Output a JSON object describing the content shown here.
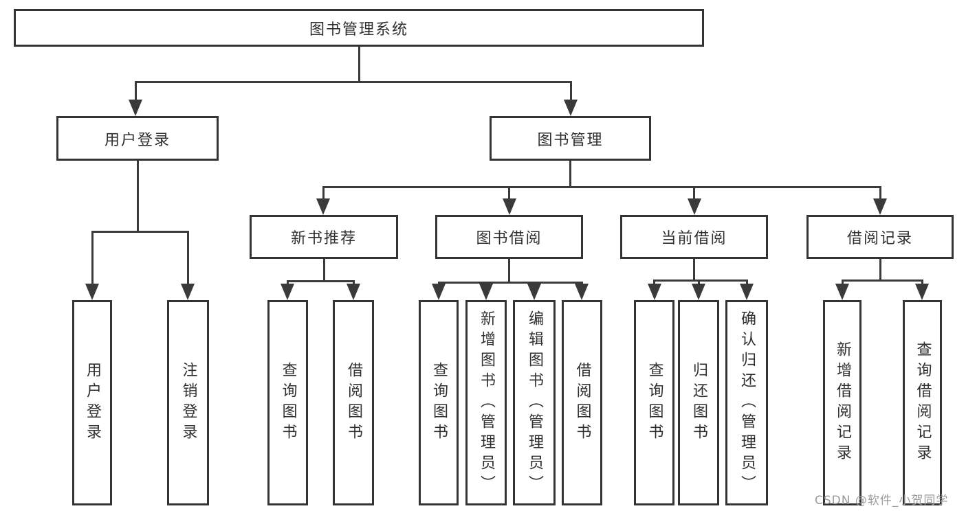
{
  "colors": {
    "background": "#ffffff",
    "box_border": "#333333",
    "connector": "#3a3a3a",
    "text": "#2f2f2f",
    "watermark": "#9b9b9b"
  },
  "diagram": {
    "root": "图书管理系统",
    "level2": [
      "用户登录",
      "图书管理"
    ],
    "level3": [
      "新书推荐",
      "图书借阅",
      "当前借阅",
      "借阅记录"
    ],
    "groups": [
      {
        "parent": "用户登录",
        "children": [
          "用户登录",
          "注销登录"
        ]
      },
      {
        "parent": "新书推荐",
        "children": [
          "查询图书",
          "借阅图书"
        ]
      },
      {
        "parent": "图书借阅",
        "children": [
          "查询图书",
          "新增图书（管理员）",
          "编辑图书（管理员）",
          "借阅图书"
        ]
      },
      {
        "parent": "当前借阅",
        "children": [
          "查询图书",
          "归还图书",
          "确认归还（管理员）"
        ]
      },
      {
        "parent": "借阅记录",
        "children": [
          "新增借阅记录",
          "查询借阅记录"
        ]
      }
    ]
  },
  "watermark": "CSDN @软件_小贺同学"
}
